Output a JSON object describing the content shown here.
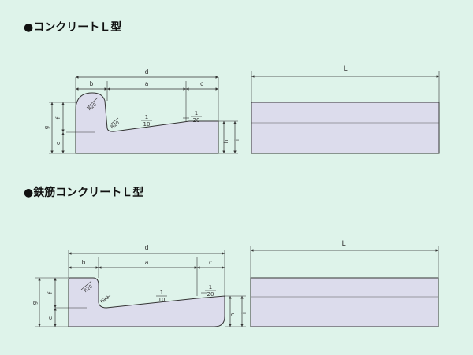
{
  "sections": [
    {
      "title": "●コンクリートＬ型",
      "labels": {
        "d": "d",
        "b": "b",
        "a": "a",
        "c": "c",
        "L": "L",
        "g": "g",
        "f": "f",
        "e": "e",
        "h": "h",
        "i": "i",
        "r1": "R20",
        "r2": "R20",
        "slope1_num": "1",
        "slope1_den": "10",
        "slope2_num": "1",
        "slope2_den": "20"
      }
    },
    {
      "title": "●鉄筋コンクリートＬ型",
      "labels": {
        "d": "d",
        "b": "b",
        "a": "a",
        "c": "c",
        "L": "L",
        "g": "g",
        "f": "f",
        "e": "e",
        "h": "h",
        "i": "i",
        "r1": "R20",
        "r2": "R20",
        "slope1_num": "1",
        "slope1_den": "10",
        "slope2_num": "1",
        "slope2_den": "20"
      }
    }
  ],
  "colors": {
    "background": "#def3ea",
    "fill": "#dcdcec",
    "line": "#333333"
  }
}
